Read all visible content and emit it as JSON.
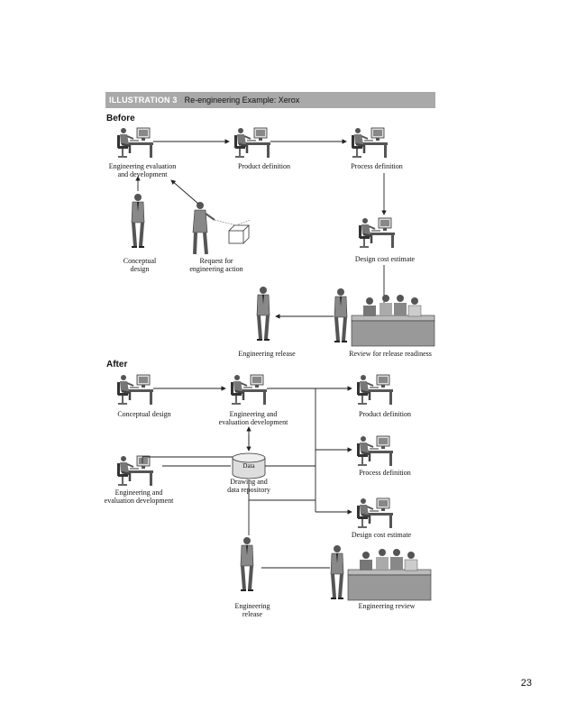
{
  "header": {
    "tag": "ILLUSTRATION 3",
    "title": "Re-engineering Example: Xerox"
  },
  "sections": {
    "before": "Before",
    "after": "After"
  },
  "before": {
    "engineering_evaluation": "Engineering evaluation",
    "engineering_evaluation_2": "and development",
    "product_definition": "Product definition",
    "process_definition": "Process definition",
    "conceptual_design_1": "Conceptual",
    "conceptual_design_2": "design",
    "request_1": "Request for",
    "request_2": "engineering action",
    "design_cost_estimate": "Design cost estimate",
    "engineering_release": "Engineering release",
    "review_for_release": "Review for release readiness"
  },
  "after": {
    "conceptual_design": "Conceptual design",
    "eng_eval_1": "Engineering and",
    "eng_eval_2": "evaluation development",
    "product_definition": "Product definition",
    "data_label": "Data",
    "repository_1": "Drawing and",
    "repository_2": "data repository",
    "process_definition": "Process definition",
    "left_eng_1": "Engineering and",
    "left_eng_2": "evaluation development",
    "design_cost_estimate": "Design cost estimate",
    "release_1": "Engineering",
    "release_2": "release",
    "engineering_review": "Engineering review"
  },
  "page_number": "23"
}
